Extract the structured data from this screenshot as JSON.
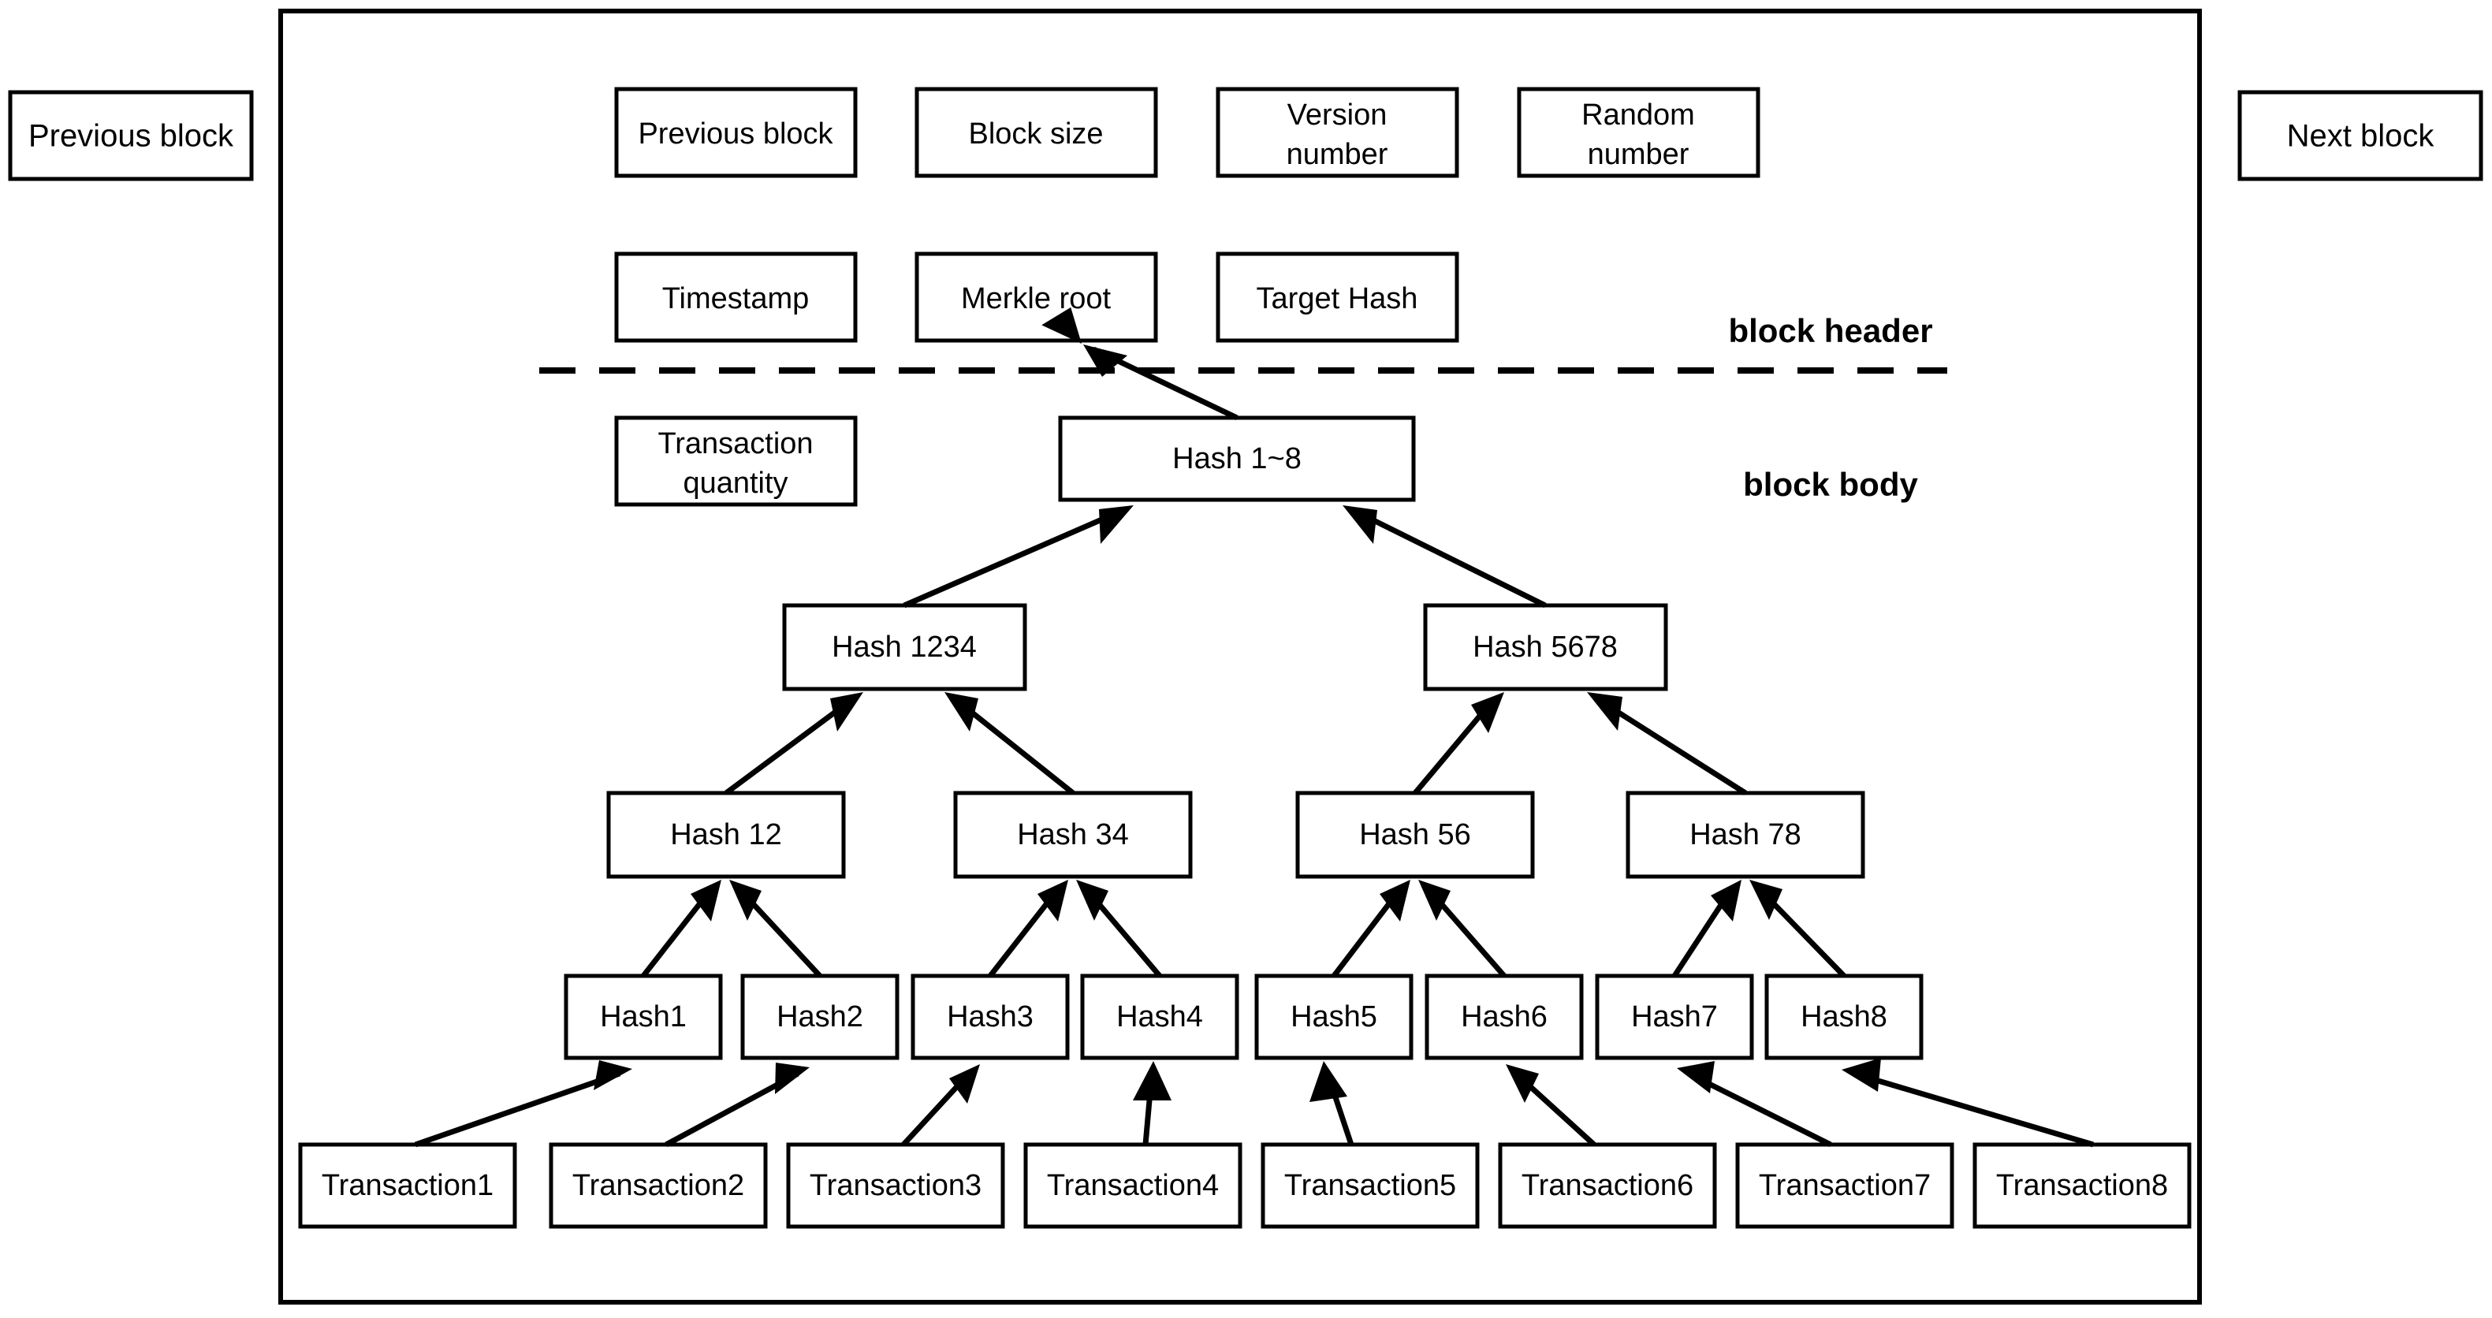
{
  "diagram": {
    "title": "Blockchain block structure with Merkle tree",
    "colors": {
      "stroke": "#000000",
      "fill": "#ffffff",
      "background": "#ffffff"
    },
    "neighbors": {
      "previous_block": "Previous block",
      "next_block": "Next block"
    },
    "sections": {
      "header_label": "block header",
      "body_label": "block body"
    },
    "header_row_1": [
      "Previous block",
      "Block size",
      "Version\nnumber",
      "Random\nnumber"
    ],
    "header_row_1_flat": [
      "Previous block",
      "Block size",
      "Version number",
      "Random number"
    ],
    "header_row_2": [
      "Timestamp",
      "Merkle root",
      "Target Hash"
    ],
    "body_row": [
      "Transaction\nquantity",
      "Hash 1~8"
    ],
    "merkle": {
      "root": "Hash 1~8",
      "level_2": [
        "Hash 1234",
        "Hash 5678"
      ],
      "level_3": [
        "Hash 12",
        "Hash 34",
        "Hash 56",
        "Hash 78"
      ],
      "level_4": [
        "Hash1",
        "Hash2",
        "Hash3",
        "Hash4",
        "Hash5",
        "Hash6",
        "Hash7",
        "Hash8"
      ],
      "transactions": [
        "Transaction1",
        "Transaction2",
        "Transaction3",
        "Transaction4",
        "Transaction5",
        "Transaction6",
        "Transaction7",
        "Transaction8"
      ]
    },
    "labels": {
      "transaction_quantity_line1": "Transaction",
      "transaction_quantity_line2": "quantity",
      "version_number_line1": "Version",
      "version_number_line2": "number",
      "random_number_line1": "Random",
      "random_number_line2": "number"
    }
  }
}
